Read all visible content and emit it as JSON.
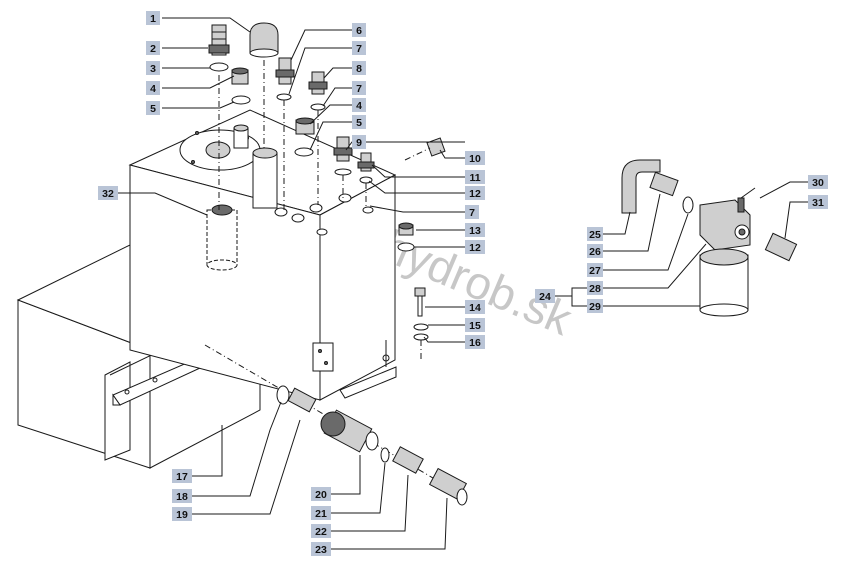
{
  "diagram": {
    "watermark": "www.hydrob.sk",
    "callouts": [
      "1",
      "2",
      "3",
      "4",
      "5",
      "6",
      "7",
      "8",
      "7",
      "4",
      "5",
      "9",
      "10",
      "11",
      "12",
      "7",
      "13",
      "12",
      "14",
      "15",
      "16",
      "17",
      "18",
      "19",
      "20",
      "21",
      "22",
      "23",
      "24",
      "25",
      "26",
      "27",
      "28",
      "29",
      "30",
      "31",
      "32"
    ]
  }
}
